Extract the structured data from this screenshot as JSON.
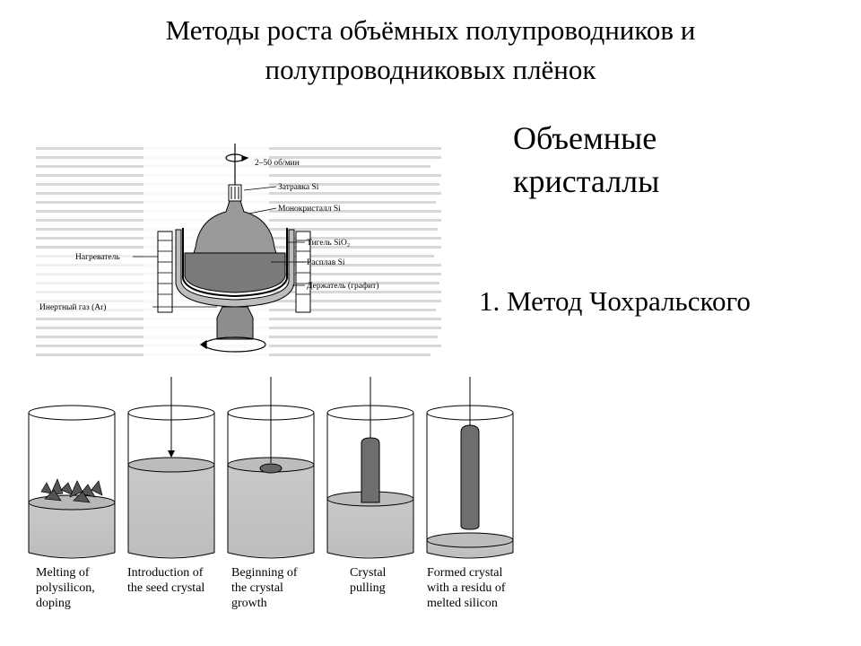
{
  "slide": {
    "title_line1": "Методы роста объёмных полупроводников и",
    "title_line2": "полупроводниковых плёнок",
    "subtitle_line1": "Объемные",
    "subtitle_line2": "кристаллы",
    "method": "1. Метод Чохральского"
  },
  "czochralski_diagram": {
    "rotation_top": "2–50 об/мин",
    "seed": "Затравка Si",
    "monocrystal": "Монокристалл Si",
    "crucible": "Тигель SiO₂",
    "melt": "Расплав Si",
    "holder": "Держатель (графит)",
    "heater": "Нагреватель",
    "inert_gas": "Инертный газ (Ar)"
  },
  "stages": [
    {
      "line1": "Melting of",
      "line2": "polysilicon,",
      "line3": "doping"
    },
    {
      "line1": "Introduction of",
      "line2": "the seed crystal",
      "line3": ""
    },
    {
      "line1": "Beginning of",
      "line2": "the crystal",
      "line3": "growth"
    },
    {
      "line1": "Crystal",
      "line2": "pulling",
      "line3": ""
    },
    {
      "line1": "Formed crystal",
      "line2": "with a residu of",
      "line3": "melted silicon"
    }
  ]
}
